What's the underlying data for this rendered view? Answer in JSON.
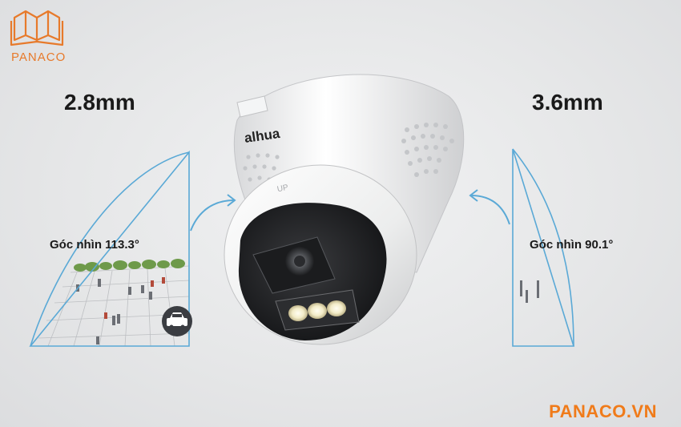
{
  "brand": {
    "logo_text": "PANACO",
    "website": "PANACO.VN",
    "camera_brand": "alhua",
    "color": "#e77a2b"
  },
  "left_lens": {
    "focal_length": "2.8mm",
    "angle_label": "Góc nhìn 113.3°"
  },
  "right_lens": {
    "focal_length": "3.6mm",
    "angle_label": "Góc nhìn 90.1°"
  },
  "camera_marking": "UP",
  "icons": [
    "book-logo-icon",
    "car-icon",
    "arrow-left-icon",
    "arrow-right-icon",
    "dome-camera-image"
  ],
  "colors": {
    "diagram_line": "#5aa9d6",
    "accent": "#f07b1a",
    "text": "#1a1a1a"
  }
}
